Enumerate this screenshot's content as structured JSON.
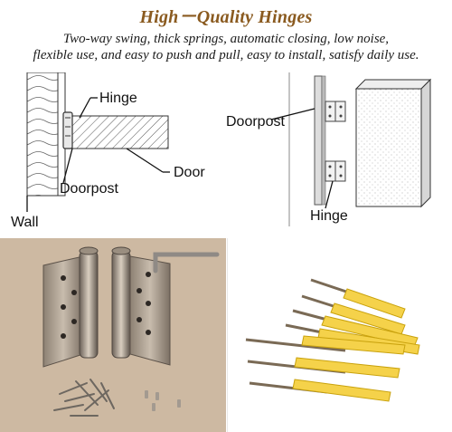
{
  "title": "High－Quality Hinges",
  "description": {
    "line1": "Two-way swing, thick springs, automatic closing, low noise,",
    "line2": "flexible use, and easy to push and pull, easy to install, satisfy daily use."
  },
  "diagram_left": {
    "hinge_label": "Hinge",
    "doorpost_label": "Doorpost",
    "door_label": "Door",
    "wall_label": "Wall"
  },
  "diagram_right": {
    "doorpost_label": "Doorpost",
    "hinge_label": "Hinge"
  },
  "colors": {
    "title": "#8a5a1f",
    "photo_bg": "#cdb9a2",
    "anchor_yellow": "#f5d24a"
  }
}
